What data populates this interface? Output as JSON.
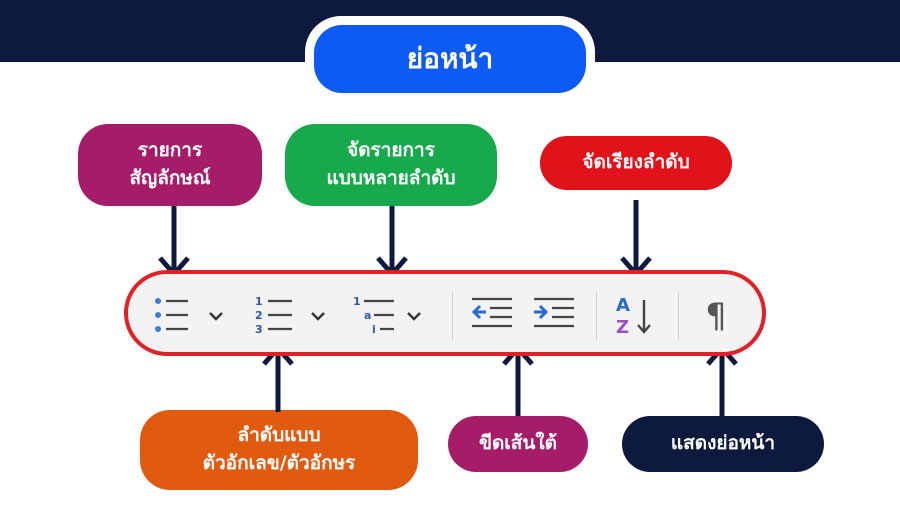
{
  "title": "ย่อหน้า",
  "labels": {
    "bullets": [
      "รายการ",
      "สัญลักษณ์"
    ],
    "multilevel": [
      "จัดรายการ",
      "แบบหลายลำดับ"
    ],
    "sort": "จัดเรียงลำดับ",
    "numbering": [
      "ลำดับแบบ",
      "ตัวอักเลข/ตัวอักษร"
    ],
    "underline": "ขีดเส้นใต้",
    "show_marks": "แสดงย่อหน้า"
  },
  "colors": {
    "navy": "#0d1a3d",
    "blue": "#0d5bf2",
    "magenta": "#a51c69",
    "green": "#17a94b",
    "red": "#e0121a",
    "orange": "#e05a10",
    "toolbar_border": "#e02127"
  },
  "toolbar": {
    "icons": [
      "bullets-icon",
      "numbering-icon",
      "multilevel-list-icon",
      "decrease-indent-icon",
      "increase-indent-icon",
      "sort-icon",
      "pilcrow-icon"
    ],
    "sort_letters": [
      "A",
      "Z"
    ],
    "numbering_digits": [
      "1",
      "2",
      "3"
    ],
    "multilevel_digits": [
      "1",
      "a",
      "i"
    ],
    "pilcrow": "¶"
  }
}
